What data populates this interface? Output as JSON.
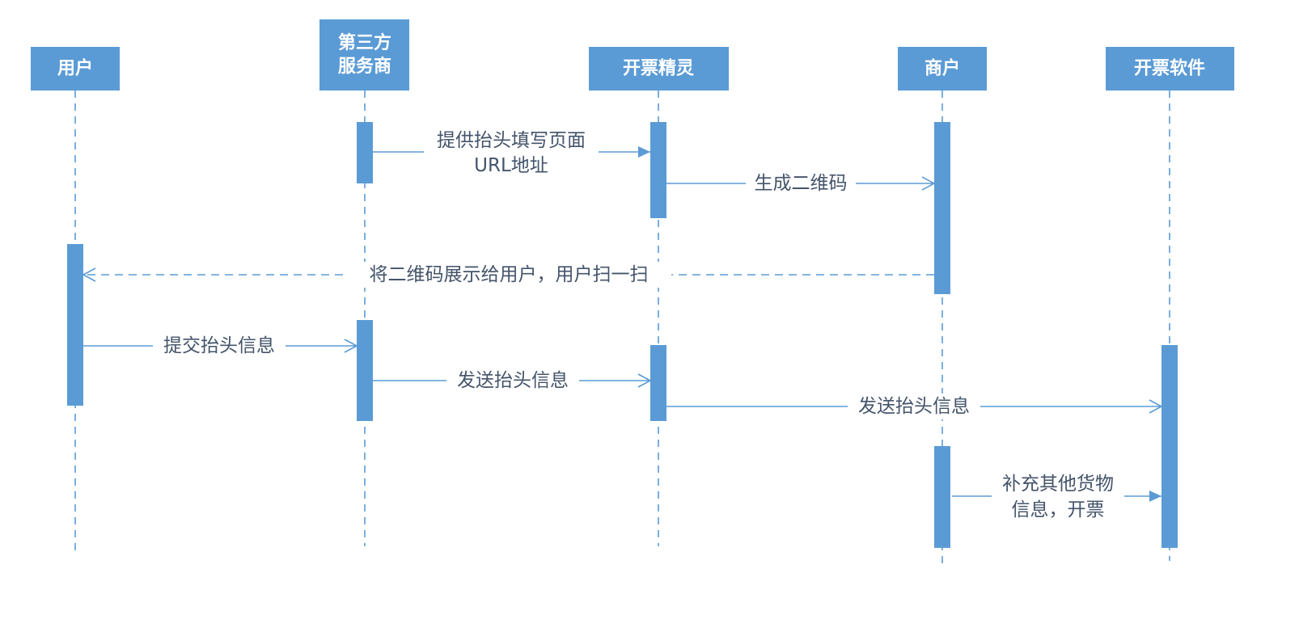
{
  "colors": {
    "accent": "#5b9bd5",
    "actor_text": "#ffffff",
    "message_text": "#44546a",
    "background": "#ffffff"
  },
  "actors": [
    {
      "id": "user",
      "lines": [
        "用户"
      ]
    },
    {
      "id": "third_party",
      "lines": [
        "第三方",
        "服务商"
      ]
    },
    {
      "id": "invoice_wizard",
      "lines": [
        "开票精灵"
      ]
    },
    {
      "id": "merchant",
      "lines": [
        "商户"
      ]
    },
    {
      "id": "invoice_software",
      "lines": [
        "开票软件"
      ]
    }
  ],
  "messages": [
    {
      "id": "provide_url",
      "from": "third_party",
      "to": "invoice_wizard",
      "style": "solid",
      "head": "filled",
      "lines": [
        "提供抬头填写页面",
        "URL地址"
      ]
    },
    {
      "id": "gen_qr",
      "from": "invoice_wizard",
      "to": "merchant",
      "style": "solid",
      "head": "open",
      "lines": [
        "生成二维码"
      ]
    },
    {
      "id": "show_qr",
      "from": "merchant",
      "to": "user",
      "style": "dashed",
      "head": "open",
      "lines": [
        "将二维码展示给用户，用户扫一扫"
      ]
    },
    {
      "id": "submit_header",
      "from": "user",
      "to": "third_party",
      "style": "solid",
      "head": "open",
      "lines": [
        "提交抬头信息"
      ]
    },
    {
      "id": "send_header_1",
      "from": "third_party",
      "to": "invoice_wizard",
      "style": "solid",
      "head": "open",
      "lines": [
        "发送抬头信息"
      ]
    },
    {
      "id": "send_header_2",
      "from": "invoice_wizard",
      "to": "invoice_software",
      "style": "solid",
      "head": "open",
      "lines": [
        "发送抬头信息"
      ]
    },
    {
      "id": "supplement",
      "from": "merchant",
      "to": "invoice_software",
      "style": "solid",
      "head": "filled",
      "lines": [
        "补充其他货物",
        "信息，开票"
      ]
    }
  ]
}
